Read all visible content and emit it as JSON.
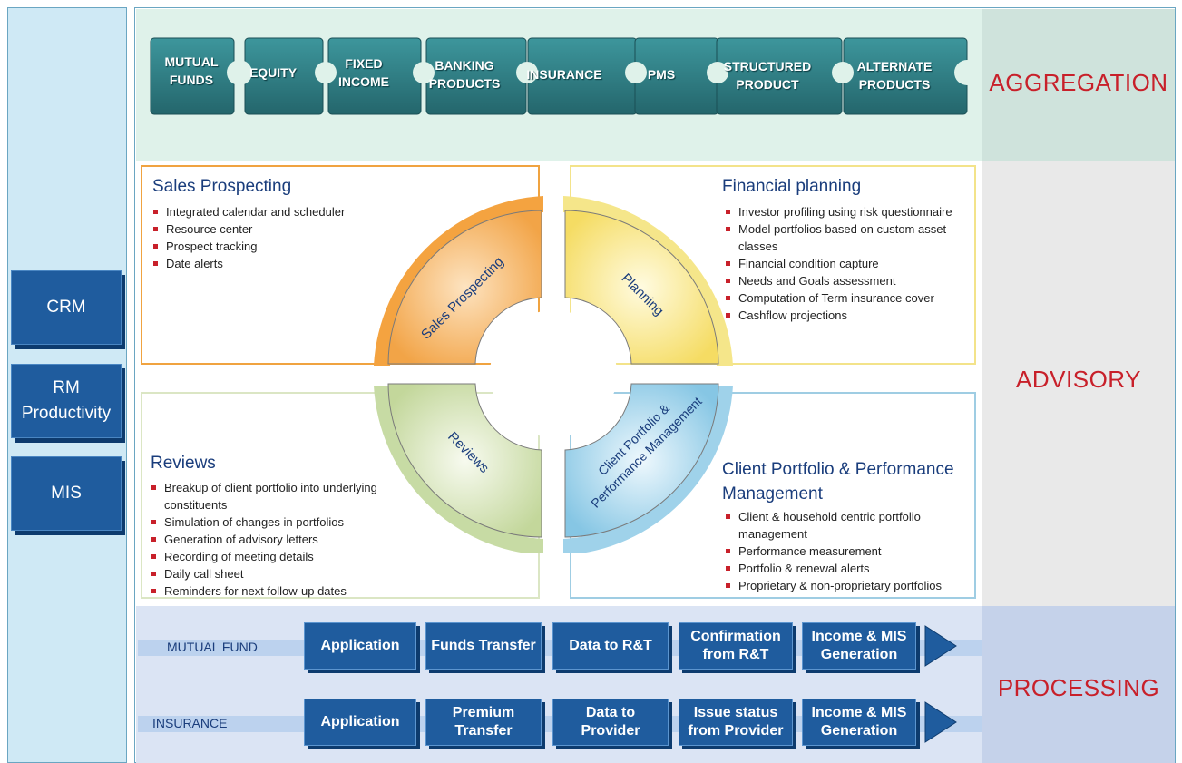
{
  "sections": {
    "aggregation": "AGGREGATION",
    "advisory": "ADVISORY",
    "processing": "PROCESSING"
  },
  "side_buttons": [
    "CRM",
    "RM Productivity",
    "MIS"
  ],
  "products": [
    {
      "line1": "MUTUAL",
      "line2": "FUNDS"
    },
    {
      "line1": "EQUITY",
      "line2": ""
    },
    {
      "line1": "FIXED",
      "line2": "INCOME"
    },
    {
      "line1": "BANKING",
      "line2": "PRODUCTS"
    },
    {
      "line1": "INSURANCE",
      "line2": ""
    },
    {
      "line1": "PMS",
      "line2": ""
    },
    {
      "line1": "STRUCTURED",
      "line2": "PRODUCT"
    },
    {
      "line1": "ALTERNATE",
      "line2": "PRODUCTS"
    }
  ],
  "panels": {
    "sales": {
      "title": "Sales Prospecting",
      "items": [
        "Integrated calendar and scheduler",
        "Resource center",
        "Prospect tracking",
        "Date alerts"
      ]
    },
    "planning": {
      "title": "Financial planning",
      "items": [
        "Investor profiling using risk questionnaire",
        "Model portfolios based on custom asset classes",
        "Financial condition capture",
        "Needs and Goals assessment",
        "Computation of Term insurance cover",
        "Cashflow projections"
      ]
    },
    "reviews": {
      "title": "Reviews",
      "items": [
        "Breakup of client portfolio into underlying constituents",
        "Simulation of changes in portfolios",
        "Generation of advisory letters",
        "Recording of meeting details",
        "Daily call sheet",
        "Reminders for next follow-up dates"
      ]
    },
    "client": {
      "title": "Client Portfolio & Performance Management",
      "items": [
        "Client & household centric portfolio management",
        "Performance measurement",
        "Portfolio & renewal alerts",
        "Proprietary & non-proprietary portfolios"
      ]
    }
  },
  "wheel": {
    "sales": "Sales Prospecting",
    "planning": "Planning",
    "reviews": "Reviews",
    "client_line1": "Client Portfolio &",
    "client_line2": "Performance Management"
  },
  "processing": {
    "mutual_fund": {
      "label": "MUTUAL FUND",
      "steps": [
        "Application",
        "Funds Transfer",
        "Data to R&T",
        "Confirmation from R&T",
        "Income & MIS Generation"
      ]
    },
    "insurance": {
      "label": "INSURANCE",
      "steps": [
        "Application",
        "Premium Transfer",
        "Data to Provider",
        "Issue status from Provider",
        "Income & MIS Generation"
      ]
    }
  },
  "colors": {
    "sales": "#f4a340",
    "planning": "#f5de6a",
    "reviews": "#b7cf8a",
    "client": "#8fcbe6",
    "section_label": "#c8202a",
    "button_blue": "#1f5c9e",
    "puzzle_teal": "#2d7f86"
  }
}
